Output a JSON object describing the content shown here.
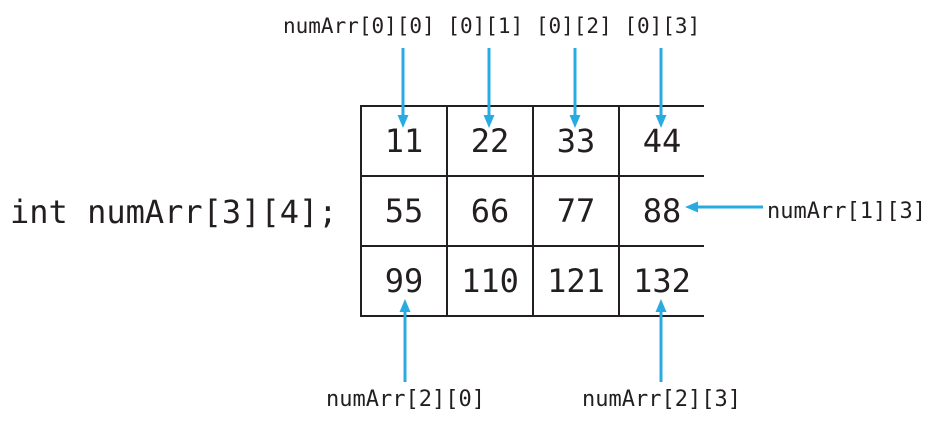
{
  "figure": {
    "title": "two-dimensional-array-diagram",
    "declaration": "int numArr[3][4];",
    "array_name": "numArr",
    "rows": 3,
    "cols": 4
  },
  "labels": {
    "top": "numArr[0][0] [0][1] [0][2] [0][3]",
    "right": "numArr[1][3]",
    "bottom": [
      "numArr[2][0]",
      "numArr[2][3]"
    ]
  },
  "grid": {
    "values": [
      [
        "11",
        "22",
        "33",
        "44"
      ],
      [
        "55",
        "66",
        "77",
        "88"
      ],
      [
        "99",
        "110",
        "121",
        "132"
      ]
    ]
  },
  "colors": {
    "ink": "#231F20",
    "arrow": "#29ABE2",
    "background": "#FFFFFF"
  }
}
